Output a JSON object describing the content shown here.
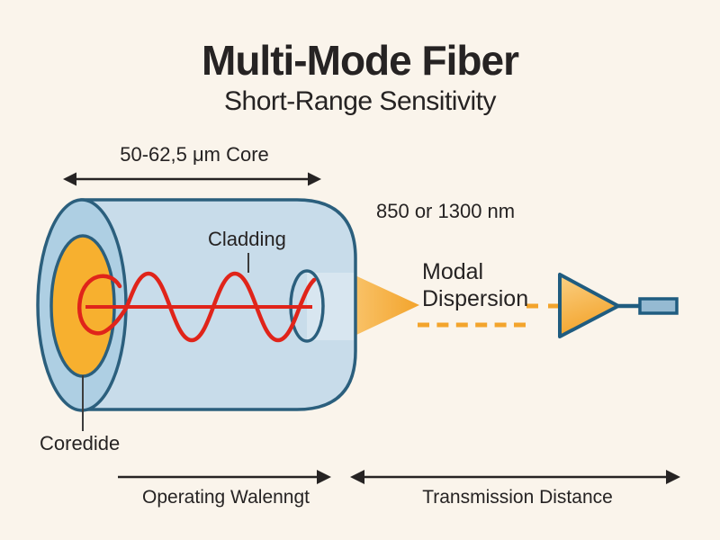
{
  "title": "Multi-Mode Fiber",
  "subtitle": "Short-Range Sensitivity",
  "labels": {
    "core_size": "50-62,5 μm Core",
    "cladding": "Cladding",
    "wavelength": "850 or 1300 nm",
    "modal_dispersion": "Modal\nDispersion",
    "core": "Coredide",
    "operating_wavelength": "Operating Walenngt",
    "transmission_distance": "Transmission Distance"
  },
  "colors": {
    "bg": "#FAF4EB",
    "ink": "#262323",
    "leader": "#3C3C3C",
    "outline": "#2B5F7D",
    "body_blue": "#C8DCEA",
    "cap_blue": "#AECFE3",
    "core_orange": "#F7B02F",
    "wave_red": "#E0241A",
    "beam_orange": "#F3A42C",
    "beam_light": "#FBD084",
    "connector_blue": "#95BAD2"
  }
}
